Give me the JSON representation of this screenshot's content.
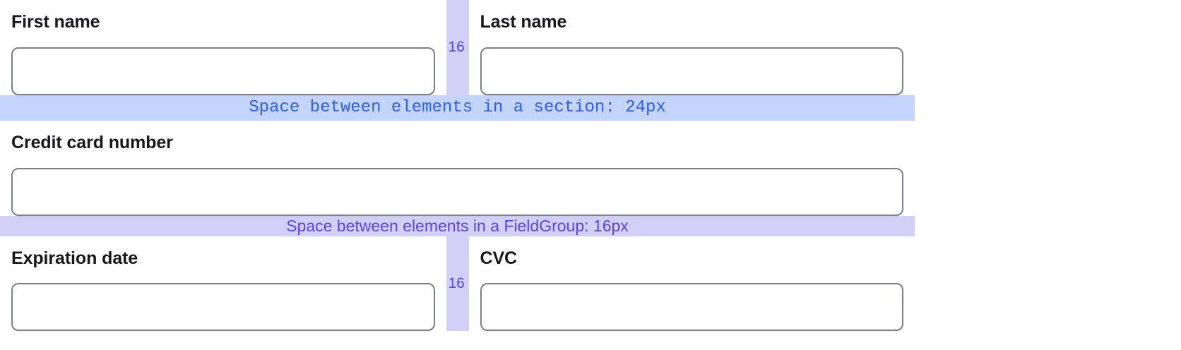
{
  "form": {
    "rows": [
      {
        "id": "name-row",
        "gap_label": "16",
        "fields": [
          {
            "id": "first-name",
            "label": "First name",
            "value": "",
            "placeholder": ""
          },
          {
            "id": "last-name",
            "label": "Last name",
            "value": "",
            "placeholder": ""
          }
        ]
      },
      {
        "id": "card-row",
        "fields": [
          {
            "id": "credit-card-number",
            "label": "Credit card number",
            "value": "",
            "placeholder": ""
          }
        ]
      },
      {
        "id": "expiry-cvc-row",
        "gap_label": "16",
        "fields": [
          {
            "id": "expiration-date",
            "label": "Expiration date",
            "value": "",
            "placeholder": ""
          },
          {
            "id": "cvc",
            "label": "CVC",
            "value": "",
            "placeholder": ""
          }
        ]
      }
    ]
  },
  "annotations": {
    "section_spacing": {
      "text": "Space between elements in a section: 24px",
      "value": "24px",
      "band_color": "#c3d4fd",
      "text_color": "#2b61f6"
    },
    "fieldgroup_spacing": {
      "text": "Space between elements in a FieldGroup: 16px",
      "value": "16px",
      "band_color": "#d2d0f7",
      "text_color": "#5a45ee"
    },
    "column_gap": {
      "value": "16",
      "strip_color": "#d2d0f7",
      "text_color": "#5a45ee"
    }
  },
  "theme": {
    "page_background": "#ffffff",
    "label_color": "#16181d",
    "input_border": "#7c808c"
  }
}
